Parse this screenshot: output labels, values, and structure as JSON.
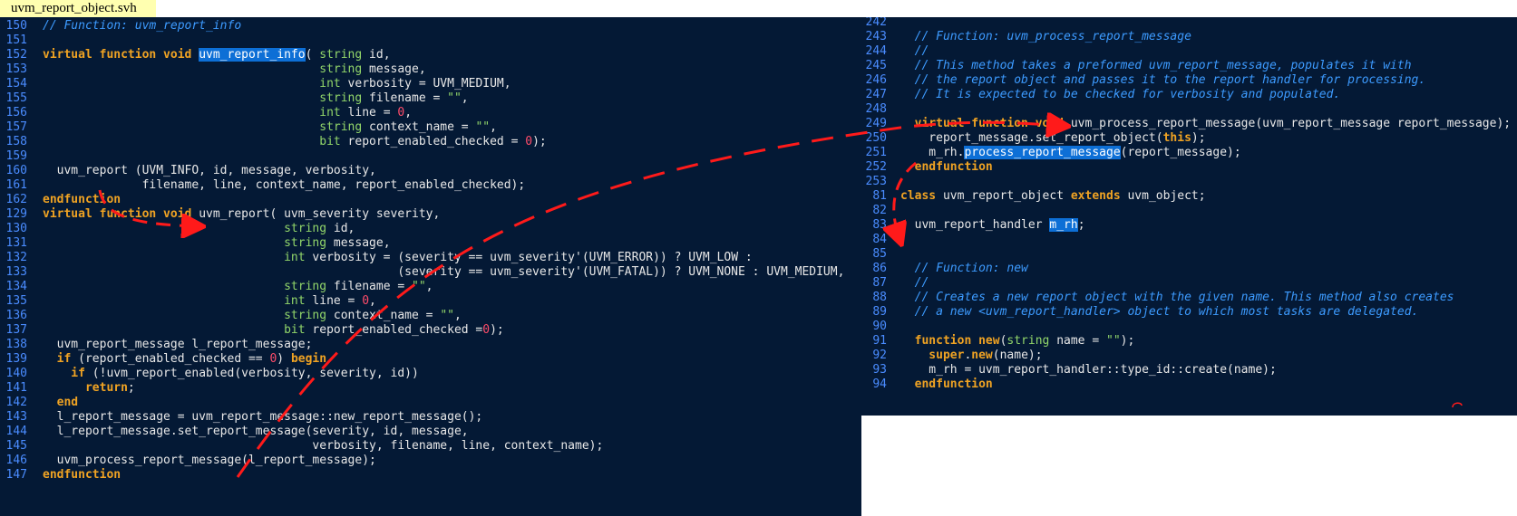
{
  "file_tab": {
    "label": "uvm_report_object.svh"
  },
  "left_pane": {
    "lines": [
      {
        "num": "150",
        "segs": [
          [
            "com",
            "// Function: uvm_report_info"
          ]
        ]
      },
      {
        "num": "151",
        "segs": []
      },
      {
        "num": "152",
        "segs": [
          [
            "kw",
            "virtual function void "
          ],
          [
            "hl",
            "uvm_report_info"
          ],
          [
            "default",
            "( "
          ],
          [
            "type",
            "string"
          ],
          [
            "default",
            " id,"
          ]
        ]
      },
      {
        "num": "153",
        "segs": [
          [
            "default",
            "                                       "
          ],
          [
            "type",
            "string"
          ],
          [
            "default",
            " message,"
          ]
        ]
      },
      {
        "num": "154",
        "segs": [
          [
            "default",
            "                                       "
          ],
          [
            "type",
            "int"
          ],
          [
            "default",
            " verbosity = UVM_MEDIUM,"
          ]
        ]
      },
      {
        "num": "155",
        "segs": [
          [
            "default",
            "                                       "
          ],
          [
            "type",
            "string"
          ],
          [
            "default",
            " filename = "
          ],
          [
            "str",
            "\"\""
          ],
          [
            "default",
            ","
          ]
        ]
      },
      {
        "num": "156",
        "segs": [
          [
            "default",
            "                                       "
          ],
          [
            "type",
            "int"
          ],
          [
            "default",
            " line = "
          ],
          [
            "num",
            "0"
          ],
          [
            "default",
            ","
          ]
        ]
      },
      {
        "num": "157",
        "segs": [
          [
            "default",
            "                                       "
          ],
          [
            "type",
            "string"
          ],
          [
            "default",
            " context_name = "
          ],
          [
            "str",
            "\"\""
          ],
          [
            "default",
            ","
          ]
        ]
      },
      {
        "num": "158",
        "segs": [
          [
            "default",
            "                                       "
          ],
          [
            "type",
            "bit"
          ],
          [
            "default",
            " report_enabled_checked = "
          ],
          [
            "num",
            "0"
          ],
          [
            "default",
            ");"
          ]
        ]
      },
      {
        "num": "159",
        "segs": []
      },
      {
        "num": "160",
        "segs": [
          [
            "default",
            "  uvm_report (UVM_INFO, id, message, verbosity,"
          ]
        ]
      },
      {
        "num": "161",
        "segs": [
          [
            "default",
            "              filename, line, context_name, report_enabled_checked);"
          ]
        ]
      },
      {
        "num": "162",
        "segs": [
          [
            "kw",
            "endfunction"
          ]
        ]
      },
      {
        "num": "129",
        "segs": [
          [
            "kw",
            "virtual function void "
          ],
          [
            "default",
            "uvm_report( uvm_severity severity,"
          ]
        ]
      },
      {
        "num": "130",
        "segs": [
          [
            "default",
            "                                  "
          ],
          [
            "type",
            "string"
          ],
          [
            "default",
            " id,"
          ]
        ]
      },
      {
        "num": "131",
        "segs": [
          [
            "default",
            "                                  "
          ],
          [
            "type",
            "string"
          ],
          [
            "default",
            " message,"
          ]
        ]
      },
      {
        "num": "132",
        "segs": [
          [
            "default",
            "                                  "
          ],
          [
            "type",
            "int"
          ],
          [
            "default",
            " verbosity = (severity == uvm_severity'(UVM_ERROR)) ? UVM_LOW :"
          ]
        ]
      },
      {
        "num": "133",
        "segs": [
          [
            "default",
            "                                                  (severity == uvm_severity'(UVM_FATAL)) ? UVM_NONE : UVM_MEDIUM,"
          ]
        ]
      },
      {
        "num": "134",
        "segs": [
          [
            "default",
            "                                  "
          ],
          [
            "type",
            "string"
          ],
          [
            "default",
            " filename = "
          ],
          [
            "str",
            "\"\""
          ],
          [
            "default",
            ","
          ]
        ]
      },
      {
        "num": "135",
        "segs": [
          [
            "default",
            "                                  "
          ],
          [
            "type",
            "int"
          ],
          [
            "default",
            " line = "
          ],
          [
            "num",
            "0"
          ],
          [
            "default",
            ","
          ]
        ]
      },
      {
        "num": "136",
        "segs": [
          [
            "default",
            "                                  "
          ],
          [
            "type",
            "string"
          ],
          [
            "default",
            " context_name = "
          ],
          [
            "str",
            "\"\""
          ],
          [
            "default",
            ","
          ]
        ]
      },
      {
        "num": "137",
        "segs": [
          [
            "default",
            "                                  "
          ],
          [
            "type",
            "bit"
          ],
          [
            "default",
            " report_enabled_checked ="
          ],
          [
            "num",
            "0"
          ],
          [
            "default",
            ");"
          ]
        ]
      },
      {
        "num": "138",
        "segs": [
          [
            "default",
            "  uvm_report_message l_report_message;"
          ]
        ]
      },
      {
        "num": "139",
        "segs": [
          [
            "kw",
            "  if"
          ],
          [
            "default",
            " (report_enabled_checked == "
          ],
          [
            "num",
            "0"
          ],
          [
            "default",
            ") "
          ],
          [
            "kw",
            "begin"
          ]
        ]
      },
      {
        "num": "140",
        "segs": [
          [
            "kw",
            "    if"
          ],
          [
            "default",
            " (!uvm_report_enabled(verbosity, severity, id))"
          ]
        ]
      },
      {
        "num": "141",
        "segs": [
          [
            "kw",
            "      return"
          ],
          [
            "default",
            ";"
          ]
        ]
      },
      {
        "num": "142",
        "segs": [
          [
            "kw",
            "  end"
          ]
        ]
      },
      {
        "num": "143",
        "segs": [
          [
            "default",
            "  l_report_message = uvm_report_message::new_report_message();"
          ]
        ]
      },
      {
        "num": "144",
        "segs": [
          [
            "default",
            "  l_report_message.set_report_message(severity, id, message,"
          ]
        ]
      },
      {
        "num": "145",
        "segs": [
          [
            "default",
            "                                      verbosity, filename, line, context_name);"
          ]
        ]
      },
      {
        "num": "146",
        "segs": [
          [
            "default",
            "  uvm_process_report_message(l_report_message);"
          ]
        ]
      },
      {
        "num": "147",
        "segs": [
          [
            "kw",
            "endfunction"
          ]
        ]
      }
    ]
  },
  "right_pane": {
    "lines": [
      {
        "num": "242",
        "segs": []
      },
      {
        "num": "243",
        "segs": [
          [
            "com",
            "  // Function: uvm_process_report_message"
          ]
        ]
      },
      {
        "num": "244",
        "segs": [
          [
            "com",
            "  //"
          ]
        ]
      },
      {
        "num": "245",
        "segs": [
          [
            "com",
            "  // This method takes a preformed uvm_report_message, populates it with"
          ]
        ]
      },
      {
        "num": "246",
        "segs": [
          [
            "com",
            "  // the report object and passes it to the report handler for processing."
          ]
        ]
      },
      {
        "num": "247",
        "segs": [
          [
            "com",
            "  // It is expected to be checked for verbosity and populated."
          ]
        ]
      },
      {
        "num": "248",
        "segs": []
      },
      {
        "num": "249",
        "segs": [
          [
            "kw",
            "  virtual function void "
          ],
          [
            "default",
            "uvm_process_report_message(uvm_report_message report_message);"
          ]
        ]
      },
      {
        "num": "250",
        "segs": [
          [
            "default",
            "    report_message.set_report_object("
          ],
          [
            "kw",
            "this"
          ],
          [
            "default",
            ");"
          ]
        ]
      },
      {
        "num": "251",
        "segs": [
          [
            "default",
            "    m_rh."
          ],
          [
            "hl",
            "process_report_message"
          ],
          [
            "default",
            "(report_message);"
          ]
        ]
      },
      {
        "num": "252",
        "segs": [
          [
            "kw",
            "  endfunction"
          ]
        ]
      },
      {
        "num": "253",
        "segs": []
      },
      {
        "num": "81",
        "segs": [
          [
            "kw",
            "class"
          ],
          [
            "default",
            " uvm_report_object "
          ],
          [
            "kw",
            "extends"
          ],
          [
            "default",
            " uvm_object;"
          ]
        ]
      },
      {
        "num": "82",
        "segs": []
      },
      {
        "num": "83",
        "segs": [
          [
            "default",
            "  uvm_report_handler "
          ],
          [
            "hl",
            "m_rh"
          ],
          [
            "default",
            ";"
          ]
        ]
      },
      {
        "num": "84",
        "segs": []
      },
      {
        "num": "85",
        "segs": []
      },
      {
        "num": "86",
        "segs": [
          [
            "com",
            "  // Function: new"
          ]
        ]
      },
      {
        "num": "87",
        "segs": [
          [
            "com",
            "  //"
          ]
        ]
      },
      {
        "num": "88",
        "segs": [
          [
            "com",
            "  // Creates a new report object with the given name. This method also creates"
          ]
        ]
      },
      {
        "num": "89",
        "segs": [
          [
            "com",
            "  // a new <uvm_report_handler> object to which most tasks are delegated."
          ]
        ]
      },
      {
        "num": "90",
        "segs": []
      },
      {
        "num": "91",
        "segs": [
          [
            "kw",
            "  function new"
          ],
          [
            "default",
            "("
          ],
          [
            "type",
            "string"
          ],
          [
            "default",
            " name = "
          ],
          [
            "str",
            "\"\""
          ],
          [
            "default",
            ");"
          ]
        ]
      },
      {
        "num": "92",
        "segs": [
          [
            "kw",
            "    super"
          ],
          [
            "default",
            "."
          ],
          [
            "kw",
            "new"
          ],
          [
            "default",
            "(name);"
          ]
        ]
      },
      {
        "num": "93",
        "segs": [
          [
            "default",
            "    m_rh = uvm_report_handler::type_id::create(name);"
          ]
        ]
      },
      {
        "num": "94",
        "segs": [
          [
            "kw",
            "  endfunction"
          ]
        ]
      }
    ]
  },
  "annotations": {
    "arrow_color": "#ff1a1a"
  }
}
